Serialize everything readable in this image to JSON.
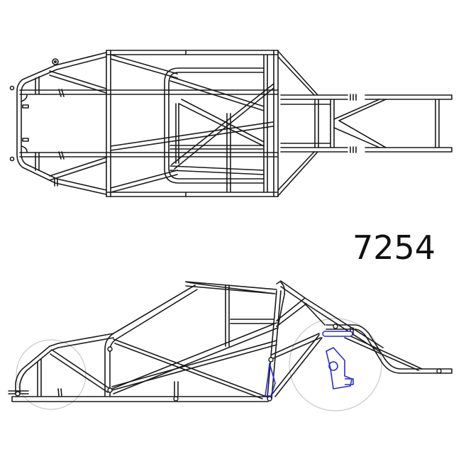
{
  "drawing": {
    "part_number": "7254",
    "views": [
      "top-view",
      "side-view"
    ],
    "colors": {
      "line": "#1a1a1a",
      "wheel_outline": "#c8c8c8",
      "suspension_bracket": "#2a2ad0",
      "background": "#ffffff"
    }
  }
}
